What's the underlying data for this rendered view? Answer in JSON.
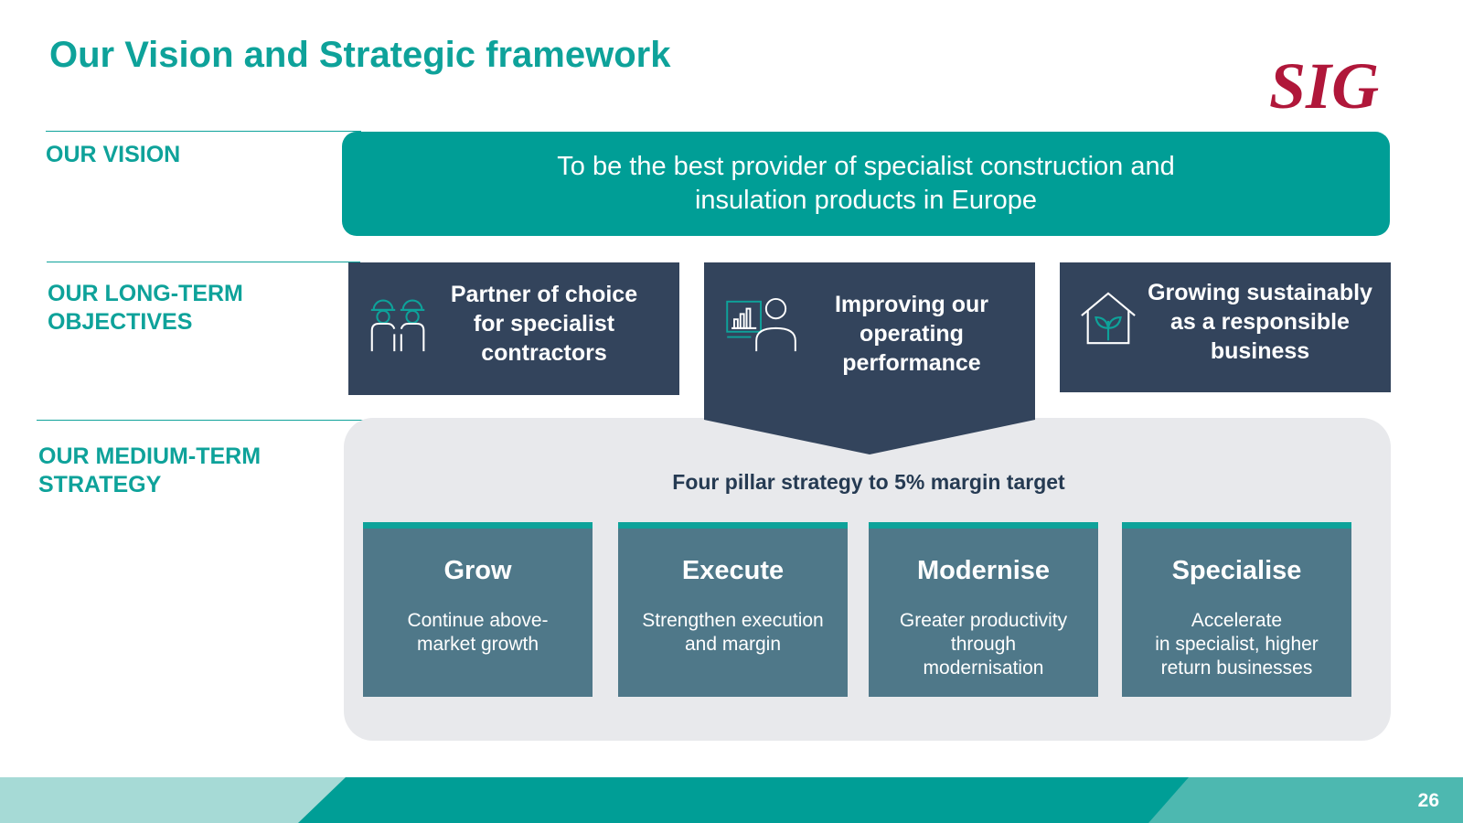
{
  "slide": {
    "title": "Our Vision and Strategic framework",
    "page_number": "26",
    "logo_text": "SIG"
  },
  "vision": {
    "label": "OUR VISION",
    "text": "To be the best provider of specialist construction and insulation products in Europe"
  },
  "objectives": {
    "label": "OUR LONG-TERM\nOBJECTIVES",
    "items": [
      {
        "text": "Partner of choice for specialist contractors",
        "icon": "contractors-icon"
      },
      {
        "text": "Improving our operating performance",
        "icon": "performance-dashboard-icon"
      },
      {
        "text": "Growing sustainably as a responsible business",
        "icon": "sustainable-house-icon"
      }
    ]
  },
  "strategy": {
    "label": "OUR MEDIUM-TERM\nSTRATEGY",
    "heading": "Four pillar strategy to 5% margin target",
    "pillars": [
      {
        "title": "Grow",
        "description": "Continue above-\nmarket growth"
      },
      {
        "title": "Execute",
        "description": "Strengthen execution\nand margin"
      },
      {
        "title": "Modernise",
        "description": "Greater productivity\nthrough\nmodernisation"
      },
      {
        "title": "Specialise",
        "description": "Accelerate\nin specialist, higher\nreturn businesses"
      }
    ]
  },
  "colors": {
    "teal": "#0ea29a",
    "navy": "#33445c",
    "pillar": "#4f7889",
    "panel": "#e8e9ec",
    "logo_red": "#b0173a"
  }
}
